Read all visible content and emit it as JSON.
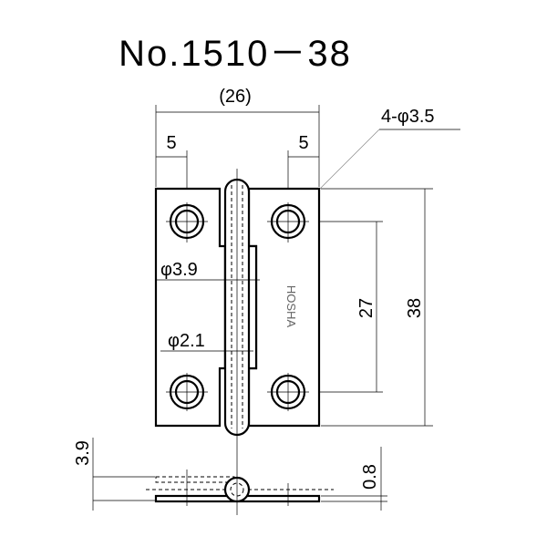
{
  "title": "No.1510－38",
  "dimensions": {
    "overall_width": "(26)",
    "hole_offset_left": "5",
    "hole_offset_right": "5",
    "holes": "4-φ3.5",
    "knuckle_diameter": "φ3.9",
    "pin_diameter": "φ2.1",
    "hole_pitch": "27",
    "overall_height": "38",
    "open_thickness": "3.9",
    "leaf_thickness": "0.8"
  },
  "brand_mark": "HOSHA",
  "colors": {
    "line": "#000000",
    "background": "#ffffff"
  }
}
